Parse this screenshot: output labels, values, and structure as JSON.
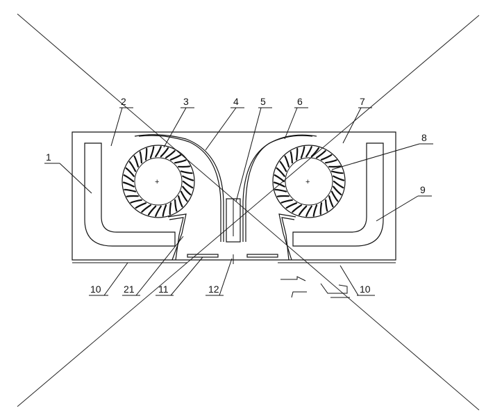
{
  "diagram": {
    "labels": {
      "l1": "1",
      "l2": "2",
      "l3": "3",
      "l4": "4",
      "l5": "5",
      "l6": "6",
      "l7": "7",
      "l8": "8",
      "l9": "9",
      "l10a": "10",
      "l10b": "10",
      "l11": "11",
      "l12": "12",
      "l21": "21"
    }
  }
}
